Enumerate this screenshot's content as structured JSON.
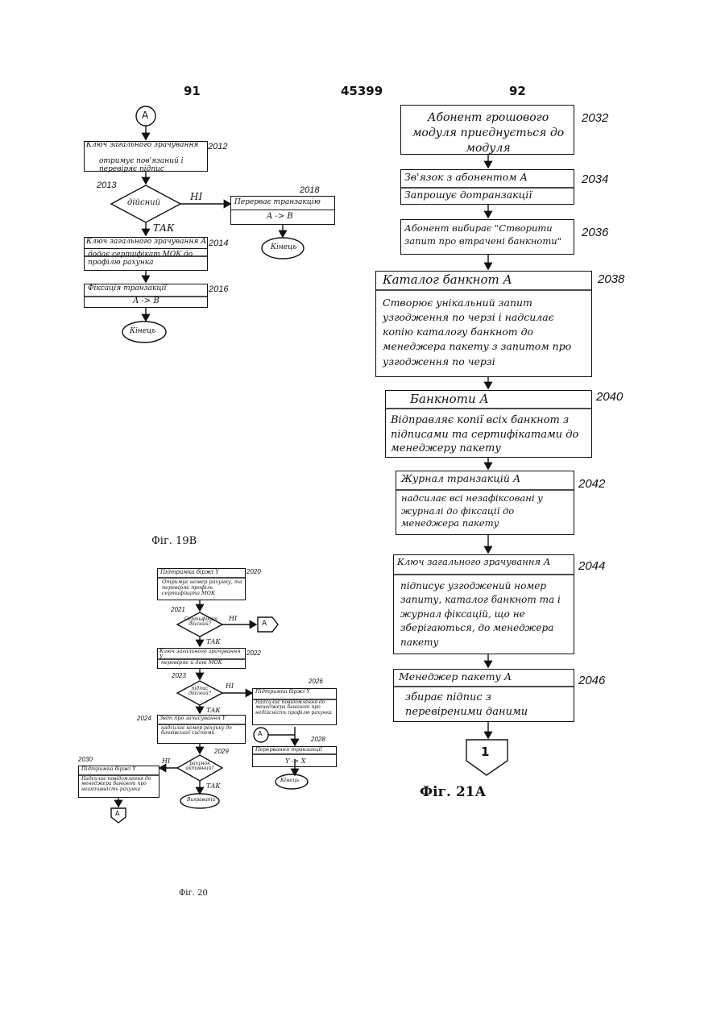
{
  "header": {
    "left_page": "91",
    "center": "45399",
    "right_page": "92"
  },
  "fig19b": {
    "caption": "Фіг. 19B",
    "connector_top": "А",
    "box_2012_title": "Ключ загального зрачування",
    "box_2012_body": "отримує пов'язаний і перевіряє підпис",
    "ref_2012": "2012",
    "decision_2013_label": "дійсний",
    "ref_2013": "2013",
    "branch_no": "НІ",
    "branch_yes": "ТАК",
    "box_2018_title": "Перерває транзакцію",
    "box_2018_body": "A -> B",
    "ref_2018": "2018",
    "end_right": "Кінець",
    "box_2014_title": "Ключ загального зрачування А",
    "box_2014_body": "додає сертифікат МОК до профілю рахунка",
    "ref_2014": "2014",
    "box_2016_title": "Фіксація транзакції",
    "box_2016_body": "A -> B",
    "ref_2016": "2016",
    "end_bottom": "Кінець"
  },
  "fig20": {
    "caption": "Фіг. 20",
    "box_2020_title": "Підтримка біржі Y",
    "box_2020_body": "Отримує номер рахунку, та перевіряє профіль сертифіката МОК",
    "ref_2020": "2020",
    "decision_2021_label": "Сертифікат дійсний?",
    "ref_2021": "2021",
    "no_1": "НІ",
    "yes_1": "ТАК",
    "connector_a_right": "А",
    "box_2022_title": "Ключ загального зрачування Y",
    "box_2022_body": "перевіряє й дані МОК",
    "ref_2022": "2022",
    "decision_2023_label": "підпис дійсний?",
    "ref_2023": "2023",
    "no_2": "НІ",
    "yes_2": "ТАК",
    "box_2026_title": "Підтримка біржі Y",
    "box_2026_body": "Надсилає повідомлення до менеджера банкнот про недійсність профілю рахунка",
    "ref_2026": "2026",
    "connector_a_mid": "А",
    "box_2028_title": "Перервання транзакції",
    "box_2028_body": "Y -> X",
    "ref_2028": "2028",
    "end_mid": "Кінець",
    "box_2024_title": "Звіт про зачасування Y",
    "box_2024_body": "надсилає номер рахунку до банківської системи",
    "ref_2024": "2024",
    "decision_2029_label": "рахунок активний?",
    "ref_2029": "2029",
    "no_3": "НІ",
    "yes_3": "ТАК",
    "box_2030_title": "Підтримка біржі Y",
    "box_2030_body": "Надсилає повідомлення до менеджера банкнот про неактивність рахунка",
    "ref_2030": "2030",
    "connector_a_bottom": "А",
    "end_bottom": "Вигравати"
  },
  "fig21a": {
    "caption": "Фіг. 21А",
    "b2032_body": "Абонент грошового модуля приєднується до модуля",
    "ref_2032": "2032",
    "b2034_title": "Зв'язок з абонентом А",
    "b2034_body": "Запрошує дотранзакції",
    "ref_2034": "2034",
    "b2036_body": "Абонент вибирає \"Створити запит про втрачені банкноти\"",
    "ref_2036": "2036",
    "b2038_title": "Каталог банкнот А",
    "b2038_body": "Створює унікальний запит узгодження по черзі і надсилає копію каталогу банкнот до менеджера пакету з запитом про узгодження по черзі",
    "ref_2038": "2038",
    "b2040_title": "Банкноти А",
    "b2040_body": "Відправляє копії всіх банкнот з підписами та сертифікатами до менеджеру пакету",
    "ref_2040": "2040",
    "b2042_title": "Журнал транзакцій А",
    "b2042_body": "надсилає всі незафіксовані у журналі до фіксації до менеджера пакету",
    "ref_2042": "2042",
    "b2044_title": "Ключ загального зрачування А",
    "b2044_body": "підписує узгоджений номер запиту, каталог банкнот та і журнал фіксацій, що не зберігаються, до менеджера пакету",
    "ref_2044": "2044",
    "b2046_title": "Менеджер пакету А",
    "b2046_body": "збирає підпис з перевіреними даними",
    "ref_2046": "2046",
    "offpage": "1"
  }
}
